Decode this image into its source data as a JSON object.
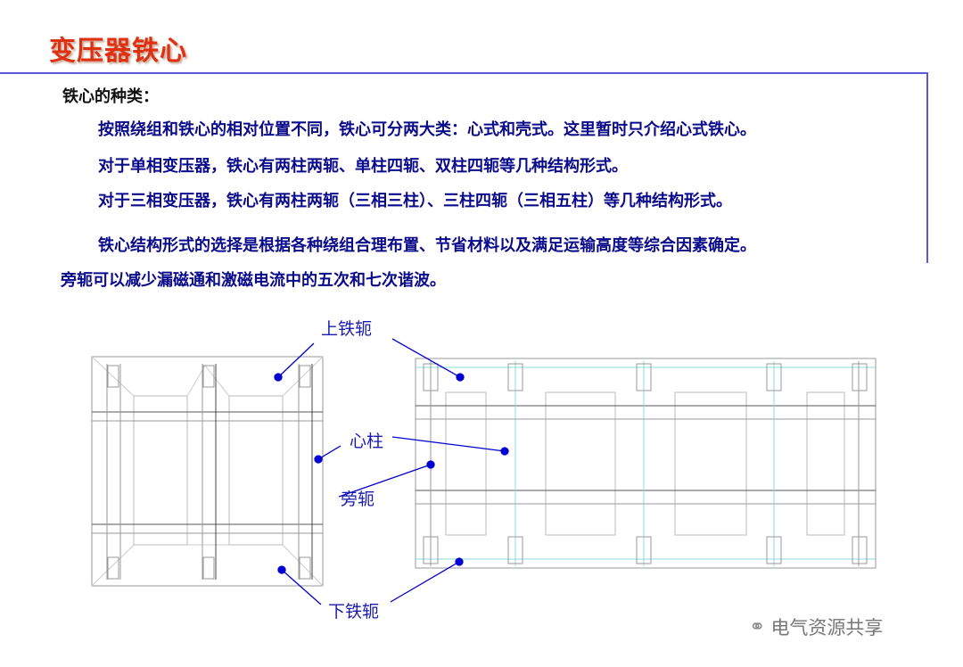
{
  "title": "变压器铁心",
  "subtitle": "铁心的种类：",
  "paragraphs": [
    "按照绕组和铁心的相对位置不同，铁心可分两大类：心式和壳式。这里暂时只介绍心式铁心。",
    "对于单相变压器，铁心有两柱两轭、单柱四轭、双柱四轭等几种结构形式。",
    "对于三相变压器，铁心有两柱两轭（三相三柱）、三柱四轭（三相五柱）等几种结构形式。",
    "铁心结构形式的选择是根据各种绕组合理布置、节省材料以及满足运输高度等综合因素确定。",
    "旁轭可以减少漏磁通和激磁电流中的五次和七次谐波。"
  ],
  "labels": {
    "upper_yoke": "上铁轭",
    "core_limb": "心柱",
    "side_yoke": "旁轭",
    "lower_yoke": "下铁轭"
  },
  "watermark": "电气资源共享",
  "colors": {
    "title": "#e03010",
    "text": "#0a0a8a",
    "pointer": "#0000d0"
  }
}
